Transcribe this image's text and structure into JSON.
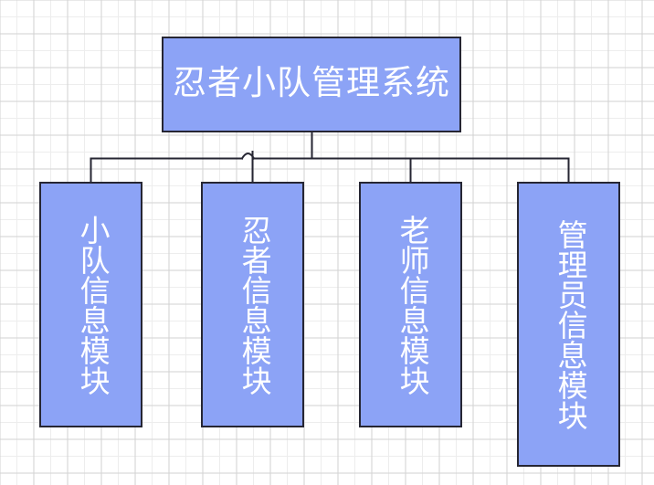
{
  "diagram": {
    "type": "org-chart",
    "title": "忍者小队管理系统",
    "background": "#ffffff",
    "grid_color": "#d2d2d2",
    "node_fill": "#8ca3f6",
    "node_border": "#262633",
    "node_text_color": "#ffffff",
    "connector_color": "#262633",
    "root": {
      "label": "忍者小队管理系统",
      "orientation": "horizontal"
    },
    "children": [
      {
        "label": "小队信息模块",
        "orientation": "vertical"
      },
      {
        "label": "忍者信息模块",
        "orientation": "vertical"
      },
      {
        "label": "老师信息模块",
        "orientation": "vertical"
      },
      {
        "label": "管理员信息模块",
        "orientation": "vertical"
      }
    ]
  }
}
